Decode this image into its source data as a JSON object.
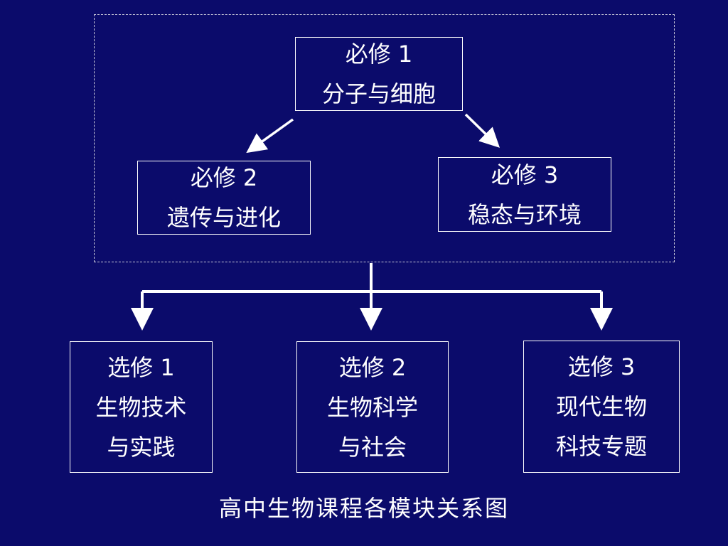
{
  "required": {
    "m1": {
      "code": "必修 1",
      "title": "分子与细胞"
    },
    "m2": {
      "code": "必修 2",
      "title": "遗传与进化"
    },
    "m3": {
      "code": "必修 3",
      "title": "稳态与环境"
    }
  },
  "electives": {
    "e1": {
      "code": "选修 1",
      "line1": "生物技术",
      "line2": "与实践"
    },
    "e2": {
      "code": "选修 2",
      "line1": "生物科学",
      "line2": "与社会"
    },
    "e3": {
      "code": "选修 3",
      "line1": "现代生物",
      "line2": "科技专题"
    }
  },
  "caption": "高中生物课程各模块关系图",
  "colors": {
    "background": "#0b0b6b",
    "foreground": "#ffffff"
  }
}
